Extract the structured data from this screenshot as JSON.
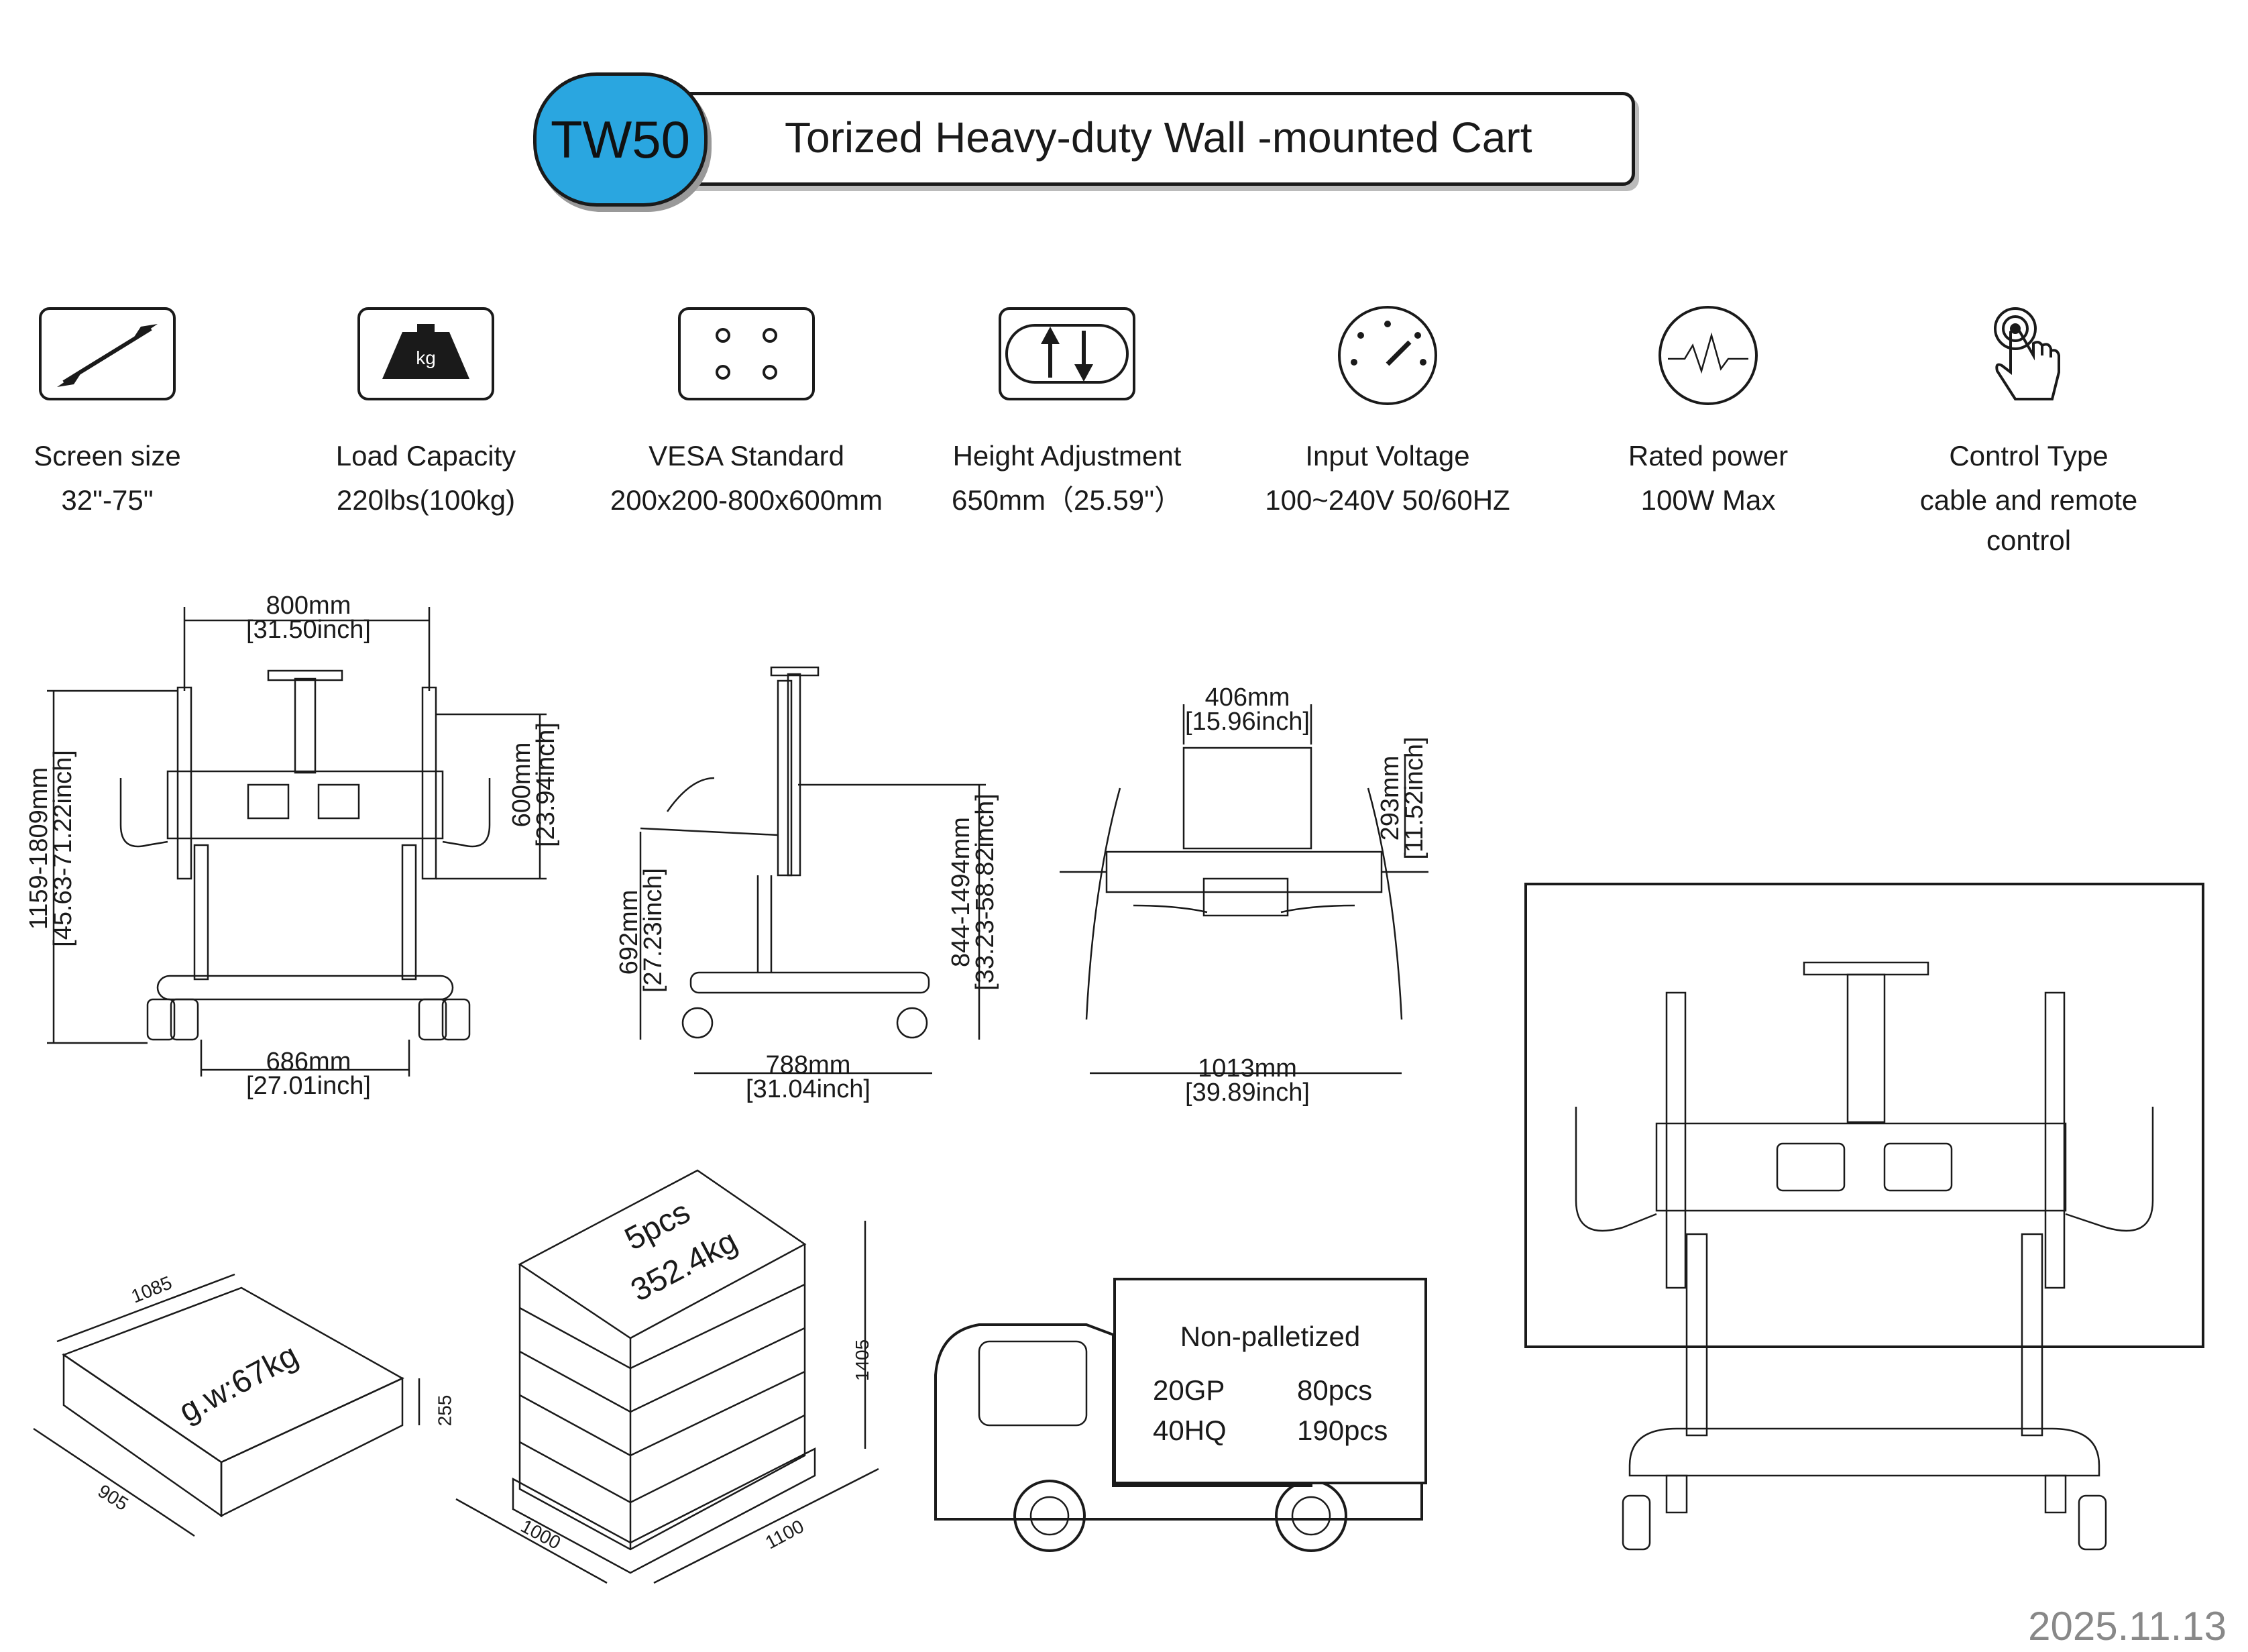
{
  "header": {
    "model": "TW50",
    "title": "Torized Heavy-duty Wall -mounted Cart"
  },
  "specs": [
    {
      "icon": "screen-size-arrow-icon",
      "label": "Screen size",
      "value": "32\"-75\""
    },
    {
      "icon": "weight-kg-icon",
      "label": "Load Capacity",
      "value": "220lbs(100kg)",
      "icon_text": "kg"
    },
    {
      "icon": "vesa-holes-icon",
      "label": "VESA Standard",
      "value": "200x200-800x600mm"
    },
    {
      "icon": "height-arrows-icon",
      "label": "Height Adjustment",
      "value": "650mm（25.59\"）"
    },
    {
      "icon": "voltage-gauge-icon",
      "label": "Input Voltage",
      "value": "100~240V 50/60HZ"
    },
    {
      "icon": "power-wave-icon",
      "label": "Rated power",
      "value": "100W Max"
    },
    {
      "icon": "touch-hand-icon",
      "label": "Control Type",
      "value": "cable and remote control"
    }
  ],
  "dimensions": {
    "front_width": {
      "mm": "800mm",
      "inch": "[31.50inch]"
    },
    "front_height": {
      "mm": "1159-1809mm",
      "inch": "[45.63-71.22inch]"
    },
    "front_vesa_h": {
      "mm": "600mm",
      "inch": "[23.94inch]"
    },
    "front_base": {
      "mm": "686mm",
      "inch": "[27.01inch]"
    },
    "side_tray": {
      "mm": "692mm",
      "inch": "[27.23inch]"
    },
    "side_height": {
      "mm": "844-1494mm",
      "inch": "[33.23-58.82inch]"
    },
    "side_depth": {
      "mm": "788mm",
      "inch": "[31.04inch]"
    },
    "top_width": {
      "mm": "406mm",
      "inch": "[15.96inch]"
    },
    "top_depth": {
      "mm": "293mm",
      "inch": "[11.52inch]"
    },
    "top_span": {
      "mm": "1013mm",
      "inch": "[39.89inch]"
    }
  },
  "carton": {
    "weight": "g.w:67kg",
    "length": "1085",
    "width": "905",
    "height": "255"
  },
  "pallet": {
    "count": "5pcs",
    "weight": "352.4kg",
    "length": "1000",
    "width": "1100",
    "height": "1405"
  },
  "shipping": {
    "heading": "Non-palletized",
    "rows": [
      {
        "container": "20GP",
        "qty": "80pcs"
      },
      {
        "container": "40HQ",
        "qty": "190pcs"
      }
    ]
  },
  "date": "2025.11.13"
}
